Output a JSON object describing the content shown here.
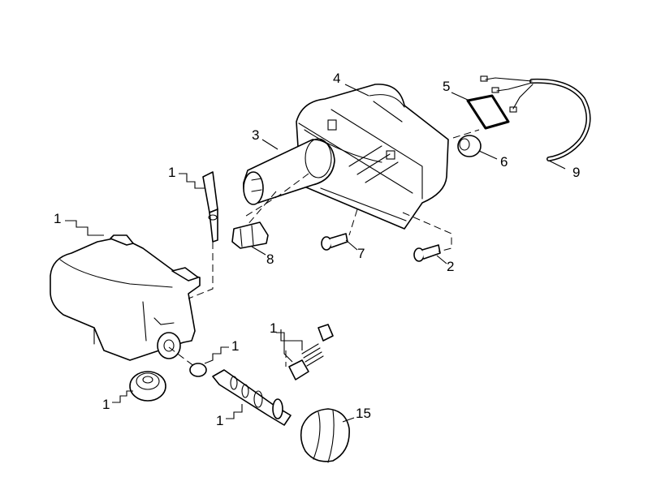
{
  "callouts": {
    "c1a": "1",
    "c1b": "1",
    "c1c": "1",
    "c1d": "1",
    "c1e": "1",
    "c1f": "1",
    "c2": "2",
    "c3": "3",
    "c4": "4",
    "c5": "5",
    "c6": "6",
    "c7": "7",
    "c8": "8",
    "c9": "9",
    "c15": "15"
  },
  "colors": {
    "line": "#000000",
    "background": "#ffffff"
  }
}
